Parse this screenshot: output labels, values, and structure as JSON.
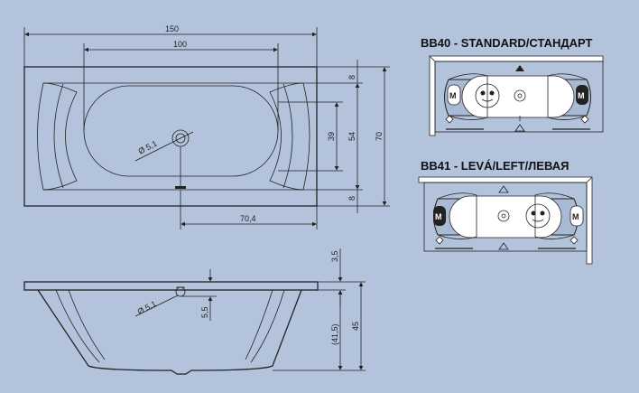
{
  "top_view": {
    "dims": {
      "total_length": "150",
      "inner_length": "100",
      "drain_diameter": "Ø 5,1",
      "inner_width": "39",
      "middle_width": "54",
      "total_width": "70",
      "top_rim": "8",
      "bottom_rim": "8",
      "drain_offset": "70,4"
    }
  },
  "side_view": {
    "dims": {
      "rim_thickness": "3,5",
      "drain_diameter": "Ø 5,1",
      "drain_height": "5,5",
      "inner_depth": "(41,5)",
      "total_depth": "45"
    }
  },
  "variants": [
    {
      "title": "BB40 - STANDARD/СТАНДАРТ",
      "left_tag": "M",
      "right_tag": "M"
    },
    {
      "title": "BB41 - LEVÁ/LEFT/ЛЕВАЯ",
      "left_tag": "M",
      "right_tag": "M"
    }
  ],
  "colors": {
    "background": "#b3c3dc",
    "line": "#222222",
    "accent_shade": "#a9bad4"
  }
}
